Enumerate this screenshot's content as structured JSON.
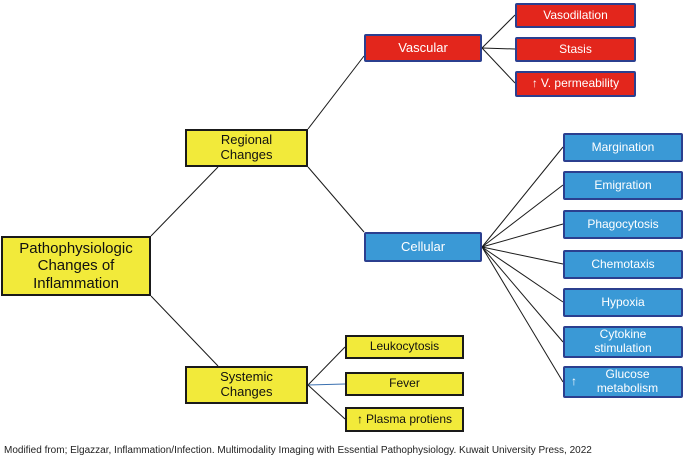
{
  "root": {
    "label": "Pathophysiologic Changes of Inflammation"
  },
  "regional": {
    "label": "Regional Changes"
  },
  "systemic": {
    "label": "Systemic Changes"
  },
  "vascular": {
    "label": "Vascular",
    "children": [
      {
        "label": "Vasodilation",
        "arrow": ""
      },
      {
        "label": "Stasis",
        "arrow": ""
      },
      {
        "label": "V. permeability",
        "arrow": "↑"
      }
    ]
  },
  "cellular": {
    "label": "Cellular",
    "children": [
      {
        "label": "Margination",
        "arrow": ""
      },
      {
        "label": "Emigration",
        "arrow": ""
      },
      {
        "label": "Phagocytosis",
        "arrow": ""
      },
      {
        "label": "Chemotaxis",
        "arrow": ""
      },
      {
        "label": "Hypoxia",
        "arrow": ""
      },
      {
        "label": "Cytokine stimulation",
        "arrow": ""
      },
      {
        "label": "Glucose metabolism",
        "arrow": "↑"
      }
    ]
  },
  "systemic_children": [
    {
      "label": "Leukocytosis",
      "arrow": ""
    },
    {
      "label": "Fever",
      "arrow": ""
    },
    {
      "label": "Plasma protiens",
      "arrow": "↑"
    }
  ],
  "footnote": "Modified from; Elgazzar, Inflammation/Infection. Multimodality Imaging with Essential Pathophysiology. Kuwait University Press, 2022",
  "colors": {
    "yellow_fill": "#f2ea3a",
    "red_fill": "#e3261c",
    "blue_fill": "#3a99d6",
    "box_border": "#2b3f8f",
    "connector": "#1a1a1a"
  }
}
